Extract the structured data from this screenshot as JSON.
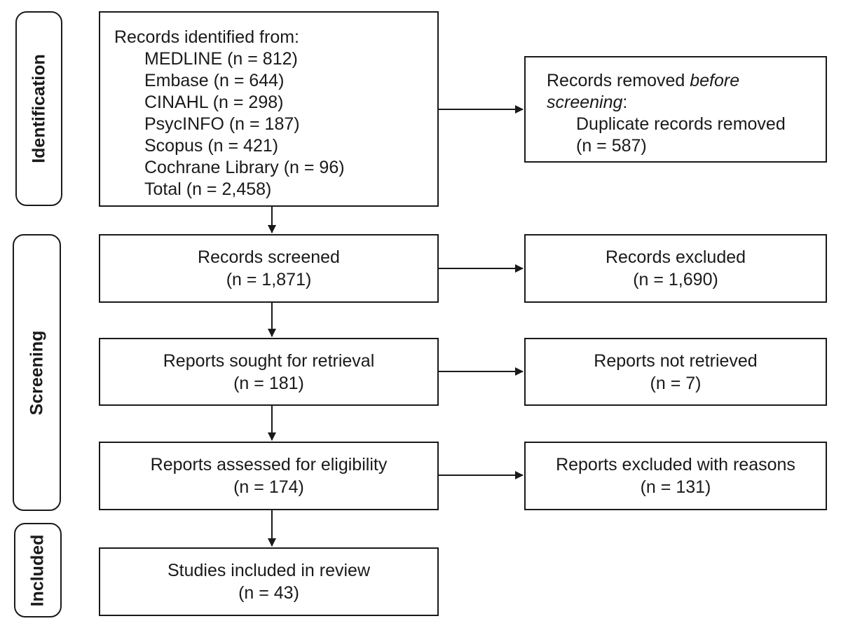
{
  "phases": {
    "identification": "Identification",
    "screening": "Screening",
    "included": "Included"
  },
  "identification": {
    "heading": "Records identified from:",
    "sources": [
      "MEDLINE (n = 812)",
      "Embase (n = 644)",
      "CINAHL (n = 298)",
      "PsycINFO (n = 187)",
      "Scopus (n = 421)",
      "Cochrane Library (n = 96)",
      "Total (n = 2,458)"
    ]
  },
  "removed": {
    "line1_prefix": "Records removed ",
    "line1_emph": "before",
    "line2_emph": "screening",
    "line2_suffix": ":",
    "detail_label": "Duplicate records removed",
    "detail_count": "(n = 587)"
  },
  "screened": {
    "label": "Records screened",
    "count": "(n = 1,871)"
  },
  "excluded": {
    "label": "Records excluded",
    "count": "(n = 1,690)"
  },
  "sought": {
    "label": "Reports sought for retrieval",
    "count": "(n = 181)"
  },
  "not_retrieved": {
    "label": "Reports not retrieved",
    "count": "(n = 7)"
  },
  "assessed": {
    "label": "Reports assessed for eligibility",
    "count": "(n = 174)"
  },
  "excluded_reasons": {
    "label": "Reports excluded with reasons",
    "count": "(n = 131)"
  },
  "included": {
    "label": "Studies included in review",
    "count": "(n = 43)"
  }
}
